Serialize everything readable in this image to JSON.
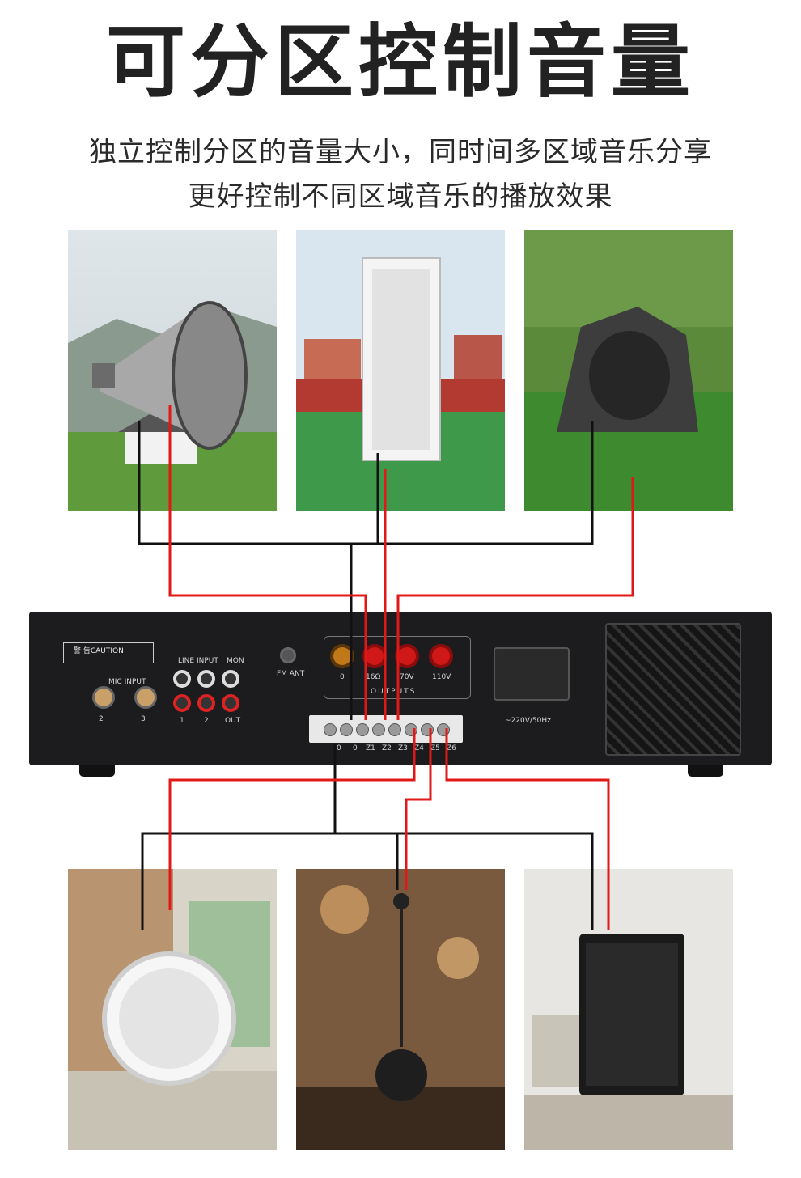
{
  "title": "可分区控制音量",
  "subtitle_line1": "独立控制分区的音量大小，同时间多区域音乐分享",
  "subtitle_line2": "更好控制不同区域音乐的播放效果",
  "amp_panel": {
    "caution": "警 告CAUTION",
    "mic_input": "MIC INPUT",
    "mic_ports": [
      "2",
      "3"
    ],
    "line_input": "LINE INPUT",
    "mon": "MON",
    "line_ports": [
      "1",
      "2",
      "OUT"
    ],
    "fm_ant": "FM ANT",
    "output_taps": [
      "0",
      "16Ω",
      "70V",
      "110V"
    ],
    "outputs": "OUTPUTS",
    "zones": [
      "0",
      "0",
      "Z1",
      "Z2",
      "Z3",
      "Z4",
      "Z5",
      "Z6"
    ],
    "power": "~220V/50Hz"
  },
  "colors": {
    "wire_red": "#e01818",
    "wire_black": "#111111"
  }
}
